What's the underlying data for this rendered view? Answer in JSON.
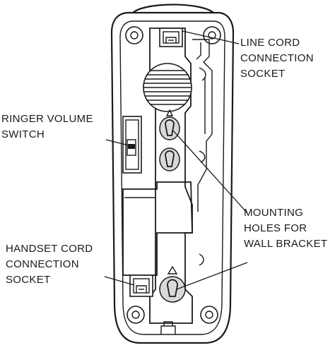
{
  "callouts": {
    "line_cord": [
      "LINE CORD",
      "CONNECTION",
      "SOCKET"
    ],
    "ringer_volume": [
      "RINGER VOLUME",
      "SWITCH"
    ],
    "mounting_holes": [
      "MOUNTING",
      "HOLES FOR",
      "WALL BRACKET"
    ],
    "handset_cord": [
      "HANDSET CORD",
      "CONNECTION",
      "SOCKET"
    ]
  }
}
